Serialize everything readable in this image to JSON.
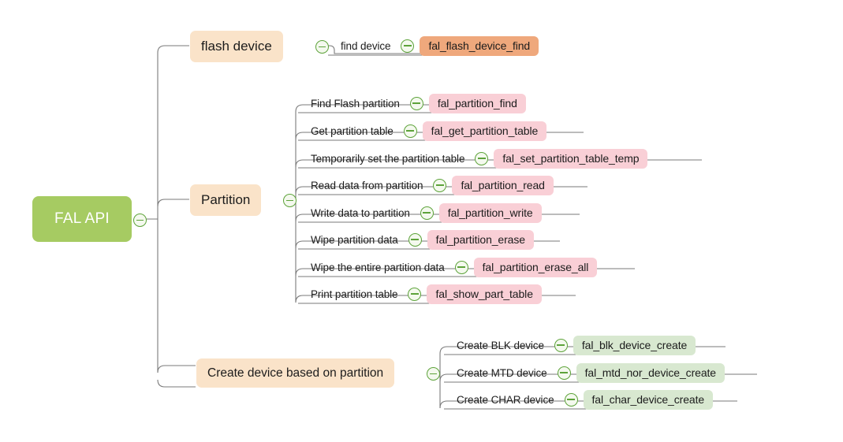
{
  "diagram": {
    "type": "mind-map",
    "title": "FAL API",
    "background": "#ffffff",
    "colors": {
      "root": "#a6cb62",
      "branch": "#fae3c9",
      "chip_orange": "#efa87c",
      "chip_pink": "#f9cfd6",
      "chip_green": "#d8e8d0",
      "connector": "#7a7a7a",
      "toggle": "#5da33a"
    },
    "toggle_icon": "collapse-minus-icon"
  },
  "root": {
    "label": "FAL API"
  },
  "branches": [
    {
      "id": "flash-device",
      "label": "flash device",
      "chip_color": "chip_orange",
      "leaves": [
        {
          "label": "find device",
          "api": "fal_flash_device_find"
        }
      ]
    },
    {
      "id": "partition",
      "label": "Partition",
      "chip_color": "chip_pink",
      "leaves": [
        {
          "label": "Find Flash partition",
          "api": "fal_partition_find"
        },
        {
          "label": "Get partition table",
          "api": "fal_get_partition_table"
        },
        {
          "label": "Temporarily set the partition table",
          "api": "fal_set_partition_table_temp"
        },
        {
          "label": "Read data from partition",
          "api": "fal_partition_read"
        },
        {
          "label": "Write data to partition",
          "api": "fal_partition_write"
        },
        {
          "label": "Wipe partition data",
          "api": "fal_partition_erase"
        },
        {
          "label": "Wipe the entire partition data",
          "api": "fal_partition_erase_all"
        },
        {
          "label": "Print partition table",
          "api": "fal_show_part_table"
        }
      ]
    },
    {
      "id": "create-device",
      "label": "Create device based on partition",
      "chip_color": "chip_green",
      "leaves": [
        {
          "label": "Create BLK device",
          "api": "fal_blk_device_create"
        },
        {
          "label": "Create MTD device",
          "api": "fal_mtd_nor_device_create"
        },
        {
          "label": "Create CHAR device",
          "api": "fal_char_device_create"
        }
      ]
    }
  ]
}
